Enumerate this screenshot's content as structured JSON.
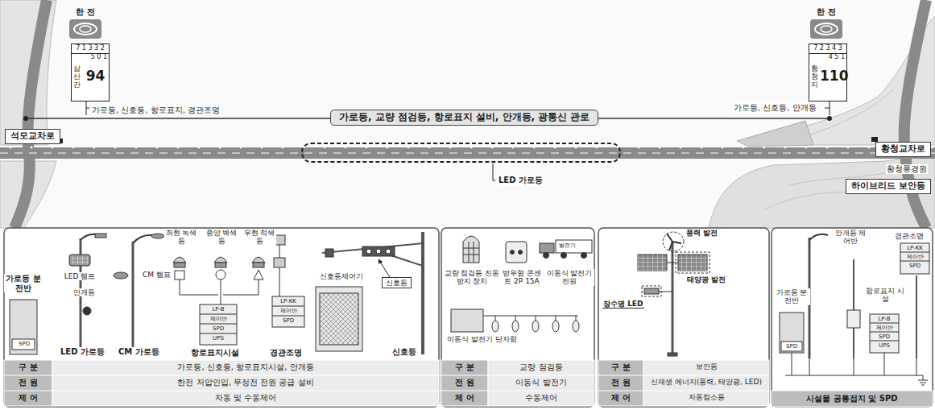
{
  "diagram": {
    "nodes": [
      {
        "text": [
          "한 전"
        ]
      },
      {
        "text": [
          "7 1 3 3 2",
          "5 0 1",
          "삼산간",
          "94"
        ]
      },
      {
        "text": [
          "한 전"
        ]
      },
      {
        "text": [
          "7 2 3 4 3",
          "4 5 1",
          "황청지",
          "110"
        ]
      },
      {
        "text": [
          "가로등, 교량 점검등, 항로표지 설비, 안개등, 광통신 관로"
        ]
      },
      {
        "text": [
          "석모교차로"
        ]
      },
      {
        "text": [
          "황청교차로"
        ]
      },
      {
        "text": [
          "하이브리드 보안등"
        ]
      },
      {
        "text": [
          "신호등"
        ]
      }
    ],
    "labels": [
      "가로등, 신호등, 항로표지, 경관조명",
      "LED 가로등",
      "가로등, 신호등, 안개등",
      "황청풍경원",
      "가로등 분전반",
      "SPD",
      "LED 램프",
      "안개등",
      "LED 가로등",
      "CM 램프",
      "CM 가로등",
      "좌현 녹색등",
      "중앙 백색등",
      "우현 적색등",
      "LP-B",
      "제어반",
      "SPD",
      "UPS",
      "항로표지시설",
      "LP-KK",
      "제어반",
      "SPD",
      "경관조명",
      "신호등제어기",
      "신호등",
      "구 분",
      "가로등, 신호등, 항로표지시설, 안개등",
      "전 원",
      "한전 저압인입, 무정전 전원 공급 설비",
      "제 어",
      "자동 및 수동제어",
      "교량 점검등 진동방지 장치",
      "방우형 콘센트 2P 15A",
      "발전기",
      "이동식 발전기 전원",
      "이동식 발전기 단자함",
      "구 분",
      "교량 점검등",
      "전 원",
      "이동식 발전기",
      "제 어",
      "수동제어",
      "풍력 발전",
      "태양광 발전",
      "장수명 LED",
      "구 분",
      "보안등",
      "전 원",
      "신재생 에너지(풍력, 태양광, LED)",
      "제 어",
      "자동점소등",
      "가로등 분전반",
      "SPD",
      "안개등 제어반",
      "항로표지 시설",
      "LP-B",
      "제어반",
      "SPD",
      "UPS",
      "경관조명",
      "LP-KK",
      "제어반",
      "SPD",
      "시설물 공통접지 및 SPD"
    ]
  }
}
